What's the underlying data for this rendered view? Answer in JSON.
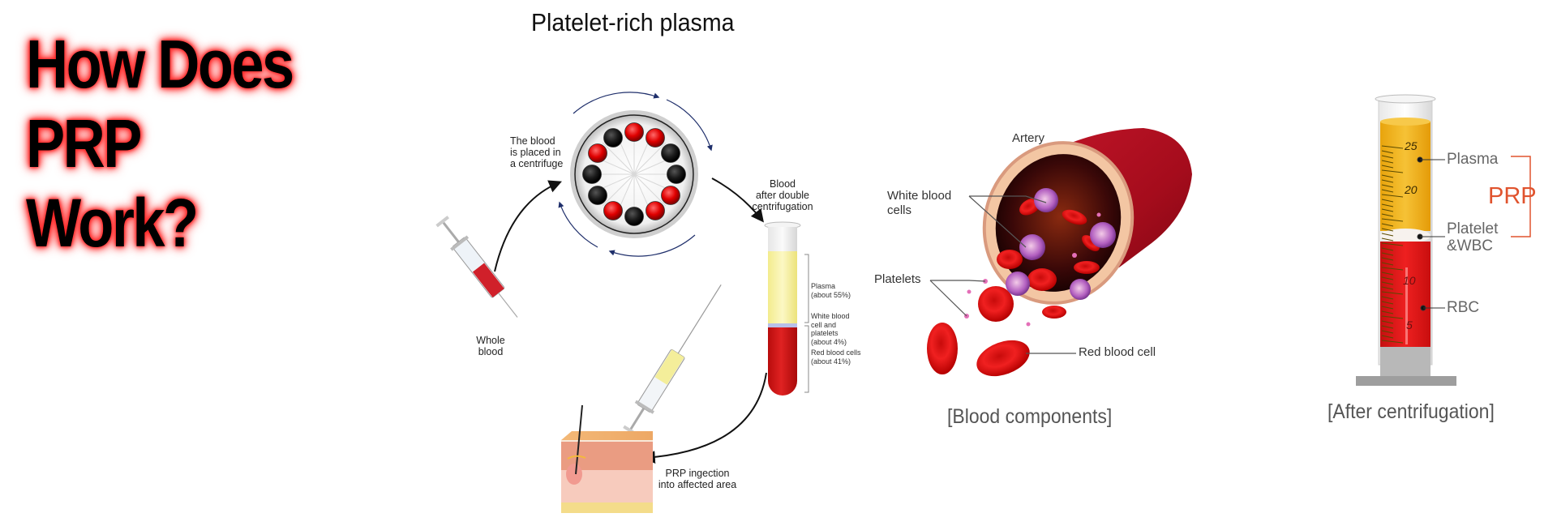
{
  "headline": {
    "lines": [
      "How Does",
      "PRP",
      "Work?"
    ],
    "text_color": "#000000",
    "glow_color": "#ff3030"
  },
  "process_diagram": {
    "title": "Platelet-rich plasma",
    "steps": {
      "whole_blood": "Whole\nblood",
      "centrifuge": "The blood\nis placed in\na centrifuge",
      "after_centrifugation": "Blood\nafter double\ncentrifugation",
      "injection": "PRP ingection\ninto affected area"
    },
    "tube_layers": [
      {
        "name": "Plasma",
        "note": "(about 55%)",
        "percent": 55,
        "color": "#f8f3a6"
      },
      {
        "name": "White blood cell and platelets",
        "note": "(about 4%)",
        "percent": 4,
        "color": "#b8c0e8"
      },
      {
        "name": "Red blood cells",
        "note": "(about 41%)",
        "percent": 41,
        "color": "#cc1414"
      }
    ],
    "centrifuge_slots": [
      "red",
      "red",
      "black",
      "black",
      "red",
      "red",
      "black",
      "red",
      "black",
      "black",
      "red",
      "black"
    ]
  },
  "blood_components": {
    "labels": {
      "artery": "Artery",
      "wbc": "White blood\ncells",
      "platelets": "Platelets",
      "rbc": "Red blood cell"
    },
    "caption": "[Blood components]"
  },
  "after_centrifugation": {
    "scale_ticks": [
      "25",
      "20",
      "10",
      "5"
    ],
    "labels": {
      "plasma": "Plasma",
      "platelet_wbc": "Platelet\n&WBC",
      "rbc": "RBC"
    },
    "prp_bracket_label": "PRP",
    "caption": "[After centrifugation]",
    "colors": {
      "plasma": "#f2b21c",
      "buffy": "#f4eeea",
      "rbc": "#dd1818",
      "accent": "#e0532e"
    }
  }
}
